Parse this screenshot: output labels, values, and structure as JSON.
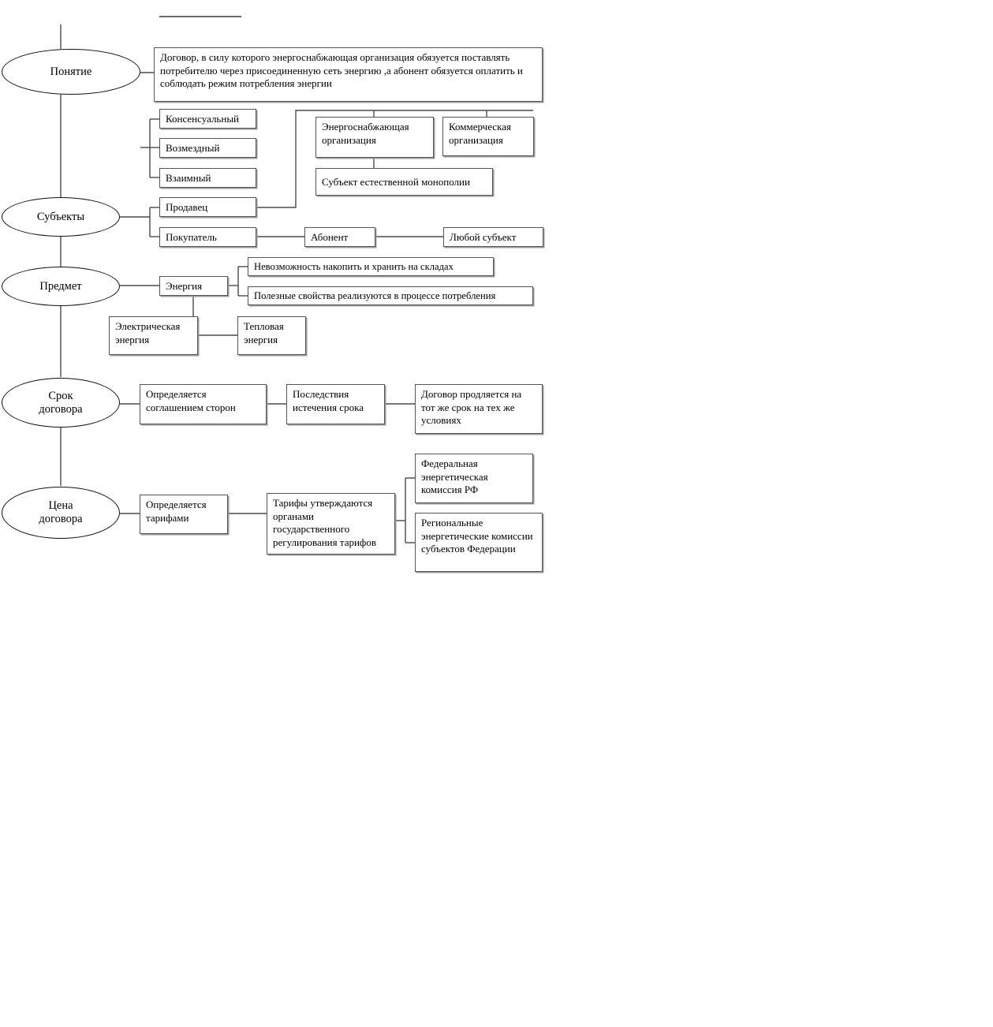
{
  "diagram": {
    "title_rule": "",
    "type": "hierarchical-flowchart",
    "language": "ru",
    "colors": {
      "node_border": "#555555",
      "ellipse_border": "#111111",
      "connector": "#4a4a4a",
      "shadow": "#9a9a9a",
      "background": "#ffffff"
    },
    "spine": [
      {
        "id": "ponyatie",
        "label": "Понятие"
      },
      {
        "id": "subekty",
        "label": "Субъекты"
      },
      {
        "id": "predmet",
        "label": "Предмет"
      },
      {
        "id": "srok",
        "label": "Срок\nдоговора"
      },
      {
        "id": "cena",
        "label": "Цена\nдоговора"
      }
    ],
    "nodes": {
      "definition": "Договор, в силу которого энергоснабжающая организация обязуется поставлять потребителю через присоединенную сеть энергию ,а абонент обязуется оплатить и соблюдать режим потребления энергии",
      "konsensualnyy": "Консенсуальный",
      "vozmezdnyy": "Возмездный",
      "vzaimnyy": "Взаимный",
      "prodavec": "Продавец",
      "pokupatel": "Покупатель",
      "abonent": "Абонент",
      "lyuboy_subekt": "Любой субъект",
      "energosnab": "Энергоснабжающая организация",
      "kommercheskaya": "Коммерческая организация",
      "monopoliya": "Субъект  естественной монополии",
      "energiya": "Энергия",
      "nevozmozhnost": "Невозможность накопить и хранить на складах",
      "poleznye": "Полезные свойства реализуются в процессе потребления",
      "elektricheskaya": "Электрическая энергия",
      "teplovaya": "Тепловая энергия",
      "opred_soglasheniem": "Определяется соглашением сторон",
      "posledstviya": "Последствия истечения срока",
      "prodlyaetsya": "Договор продляется на тот же срок на тех же условиях",
      "opred_tarifami": "Определяется тарифами",
      "tarify": "Тарифы утверждаются органами государственного регулирования тарифов",
      "federalnaya": "Федеральная энергетическая комиссия РФ",
      "regionalnye": "Региональные энергетические комиссии субъектов Федерации"
    }
  }
}
